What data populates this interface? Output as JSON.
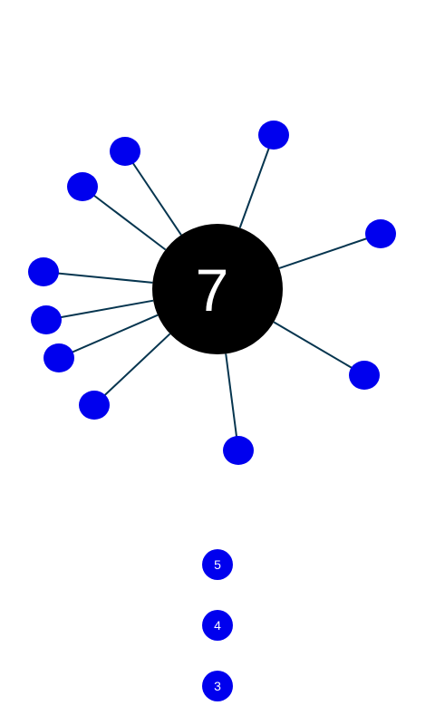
{
  "game": {
    "level": "7",
    "colors": {
      "background": "#ffffff",
      "core": "#000000",
      "pin": "#0000ee",
      "line": "#06354f",
      "text": "#ffffff"
    },
    "pins_on_board": 10,
    "pin_queue": [
      "5",
      "4",
      "3"
    ]
  }
}
